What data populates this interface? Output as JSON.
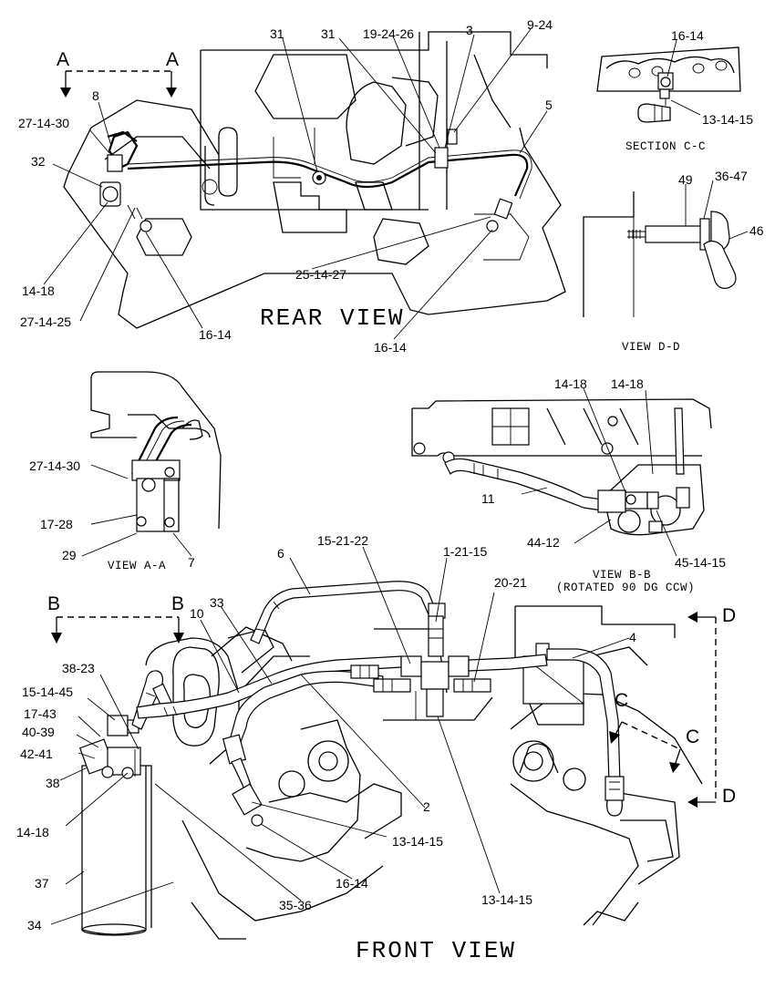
{
  "view_titles": {
    "rear_view": "REAR VIEW",
    "front_view": "FRONT VIEW",
    "section_cc": "SECTION C-C",
    "view_dd": "VIEW D-D",
    "view_aa": "VIEW A-A",
    "view_bb": "VIEW B-B",
    "view_bb_note": "(ROTATED 90 DG CCW)"
  },
  "section_markers": {
    "a_left": "A",
    "a_right": "A",
    "b_left": "B",
    "b_right": "B",
    "c_upper": "C",
    "c_lower": "C",
    "d_upper": "D",
    "d_lower": "D"
  },
  "callouts": {
    "rear": [
      "31",
      "31",
      "19-24-26",
      "3",
      "9-24",
      "5",
      "8",
      "27-14-30",
      "32",
      "14-18",
      "27-14-25",
      "16-14",
      "25-14-27",
      "16-14"
    ],
    "section_cc": [
      "16-14",
      "13-14-15"
    ],
    "view_dd": [
      "49",
      "36-47",
      "46"
    ],
    "view_aa": [
      "27-14-30",
      "17-28",
      "29",
      "7"
    ],
    "view_bb": [
      "14-18",
      "14-18",
      "11",
      "44-12",
      "45-14-15"
    ],
    "front": [
      "6",
      "15-21-22",
      "1-21-15",
      "20-21",
      "4",
      "33",
      "10",
      "38-23",
      "15-14-45",
      "17-43",
      "40-39",
      "42-41",
      "38",
      "14-18",
      "37",
      "34",
      "2",
      "13-14-15",
      "16-14",
      "35-36",
      "13-14-15"
    ]
  }
}
